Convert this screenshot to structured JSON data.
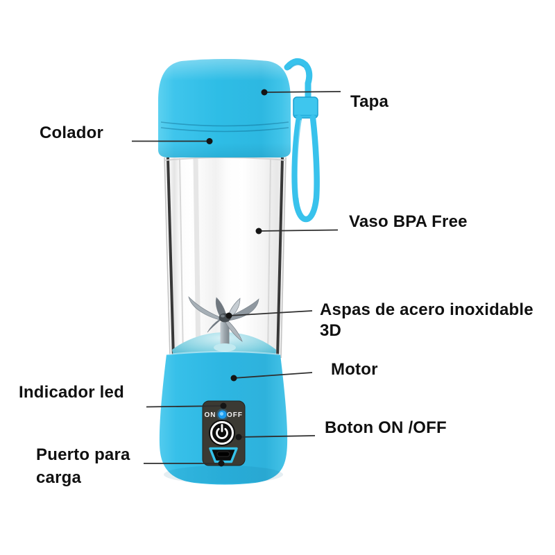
{
  "scene": {
    "type": "product-annotation-diagram",
    "background": "#ffffff",
    "subject": "portable bottle blender with callout labels"
  },
  "product": {
    "control_panel": {
      "on_label": "ON",
      "off_label": "OFF"
    }
  },
  "icons": {
    "power": "power-icon",
    "led": "led-indicator-dot",
    "charge_port": "charge-port-icon",
    "lanyard": "lanyard-strap",
    "blades": "blade-assembly"
  },
  "callouts": {
    "tapa": {
      "label": "Tapa"
    },
    "colador": {
      "label": "Colador"
    },
    "vaso": {
      "label": "Vaso BPA Free"
    },
    "aspas": {
      "label_line1": "Aspas de acero inoxidable",
      "label_line2": "3D"
    },
    "motor": {
      "label": "Motor"
    },
    "indicador": {
      "label": "Indicador led"
    },
    "boton": {
      "label": "Boton ON /OFF"
    },
    "puerto": {
      "label_line1": "Puerto para",
      "label_line2": "carga"
    }
  },
  "colors": {
    "body_cyan": "#2fbce6",
    "body_cyan_light": "#58cfef",
    "body_cyan_dark": "#1fa3cf",
    "panel_dark": "#3b3a33",
    "led_blue": "#1b9bee",
    "port_cyan": "#34c2ea",
    "blade_steel": "#9aa3ab",
    "label_text": "#101010",
    "callout_line": "#2e2e2e"
  }
}
